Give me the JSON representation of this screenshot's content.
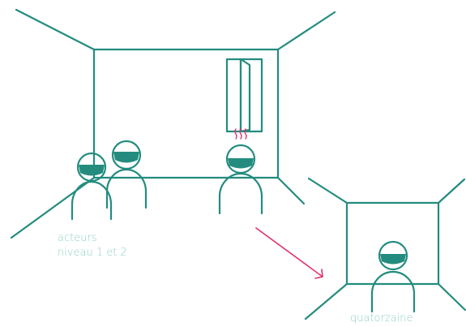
{
  "labels": {
    "actors_line1": "acteurs",
    "actors_line2": "niveau 1 et 2",
    "quarantine": "quatorzaine"
  },
  "colors": {
    "line": "#238c7f",
    "accent": "#e0306f",
    "label": "#8fd0c3"
  },
  "icons": {
    "person": "masked-person-icon",
    "door": "door-icon",
    "heat": "heat-waves-icon",
    "arrow": "arrow-icon"
  }
}
